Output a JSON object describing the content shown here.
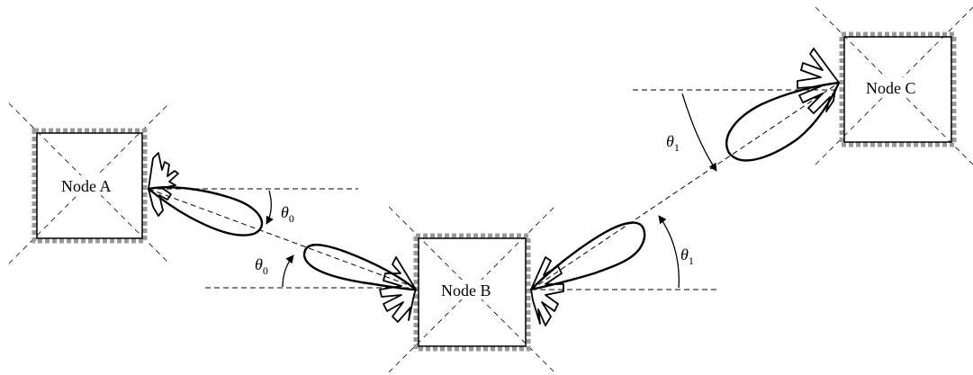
{
  "nodes": {
    "a": {
      "label": "Node A"
    },
    "b": {
      "label": "Node B"
    },
    "c": {
      "label": "Node C"
    }
  },
  "angles": {
    "theta0": {
      "symbol": "θ",
      "subscript": "0"
    },
    "theta1": {
      "symbol": "θ",
      "subscript": "1"
    }
  },
  "colors": {
    "line": "#000000",
    "box_shadow": "#9a9a9a",
    "background": "#ffffff"
  }
}
